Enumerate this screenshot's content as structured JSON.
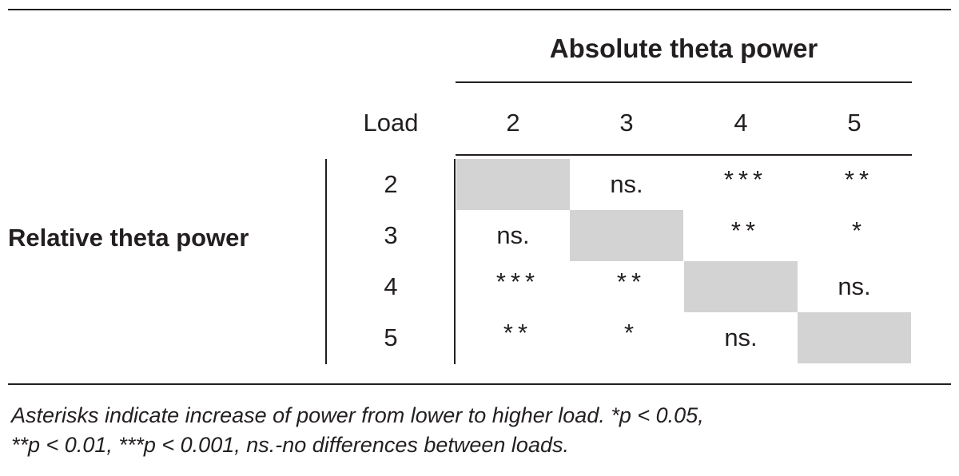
{
  "table": {
    "column_group_title": "Absolute theta power",
    "row_group_title": "Relative theta power",
    "load_label": "Load",
    "column_loads": [
      "2",
      "3",
      "4",
      "5"
    ],
    "row_loads": [
      "2",
      "3",
      "4",
      "5"
    ],
    "cells": [
      [
        "",
        "ns.",
        "***",
        "**"
      ],
      [
        "ns.",
        "",
        "**",
        "*"
      ],
      [
        "***",
        "**",
        "",
        "ns."
      ],
      [
        "**",
        "*",
        "ns.",
        ""
      ]
    ],
    "diagonal_fill": "#d3d3d4"
  },
  "footnote": {
    "line1": "Asterisks indicate increase of power from lower to higher load. *p < 0.05,",
    "line2": "**p < 0.01, ***p < 0.001, ns.-no differences between loads."
  }
}
